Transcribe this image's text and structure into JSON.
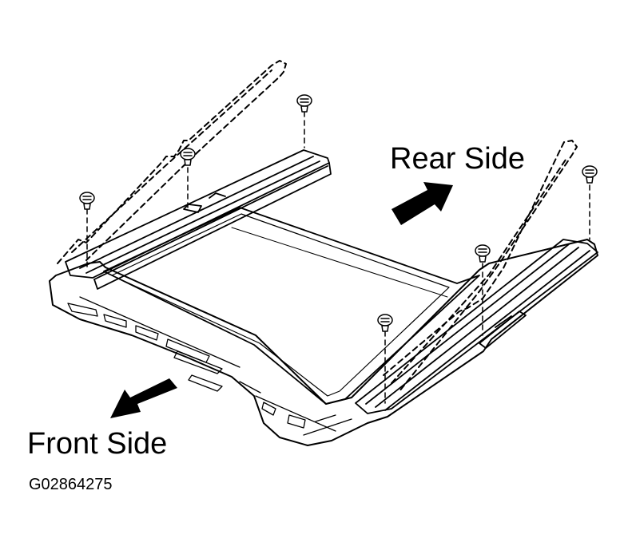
{
  "labels": {
    "rear": "Rear Side",
    "front": "Front Side",
    "figure_code": "G02864275"
  },
  "colors": {
    "ink": "#000000",
    "paper": "#ffffff"
  },
  "icons": {
    "front_arrow": "arrow-down-left-icon",
    "rear_arrow": "arrow-up-right-icon",
    "bolt": "bolt-icon"
  }
}
